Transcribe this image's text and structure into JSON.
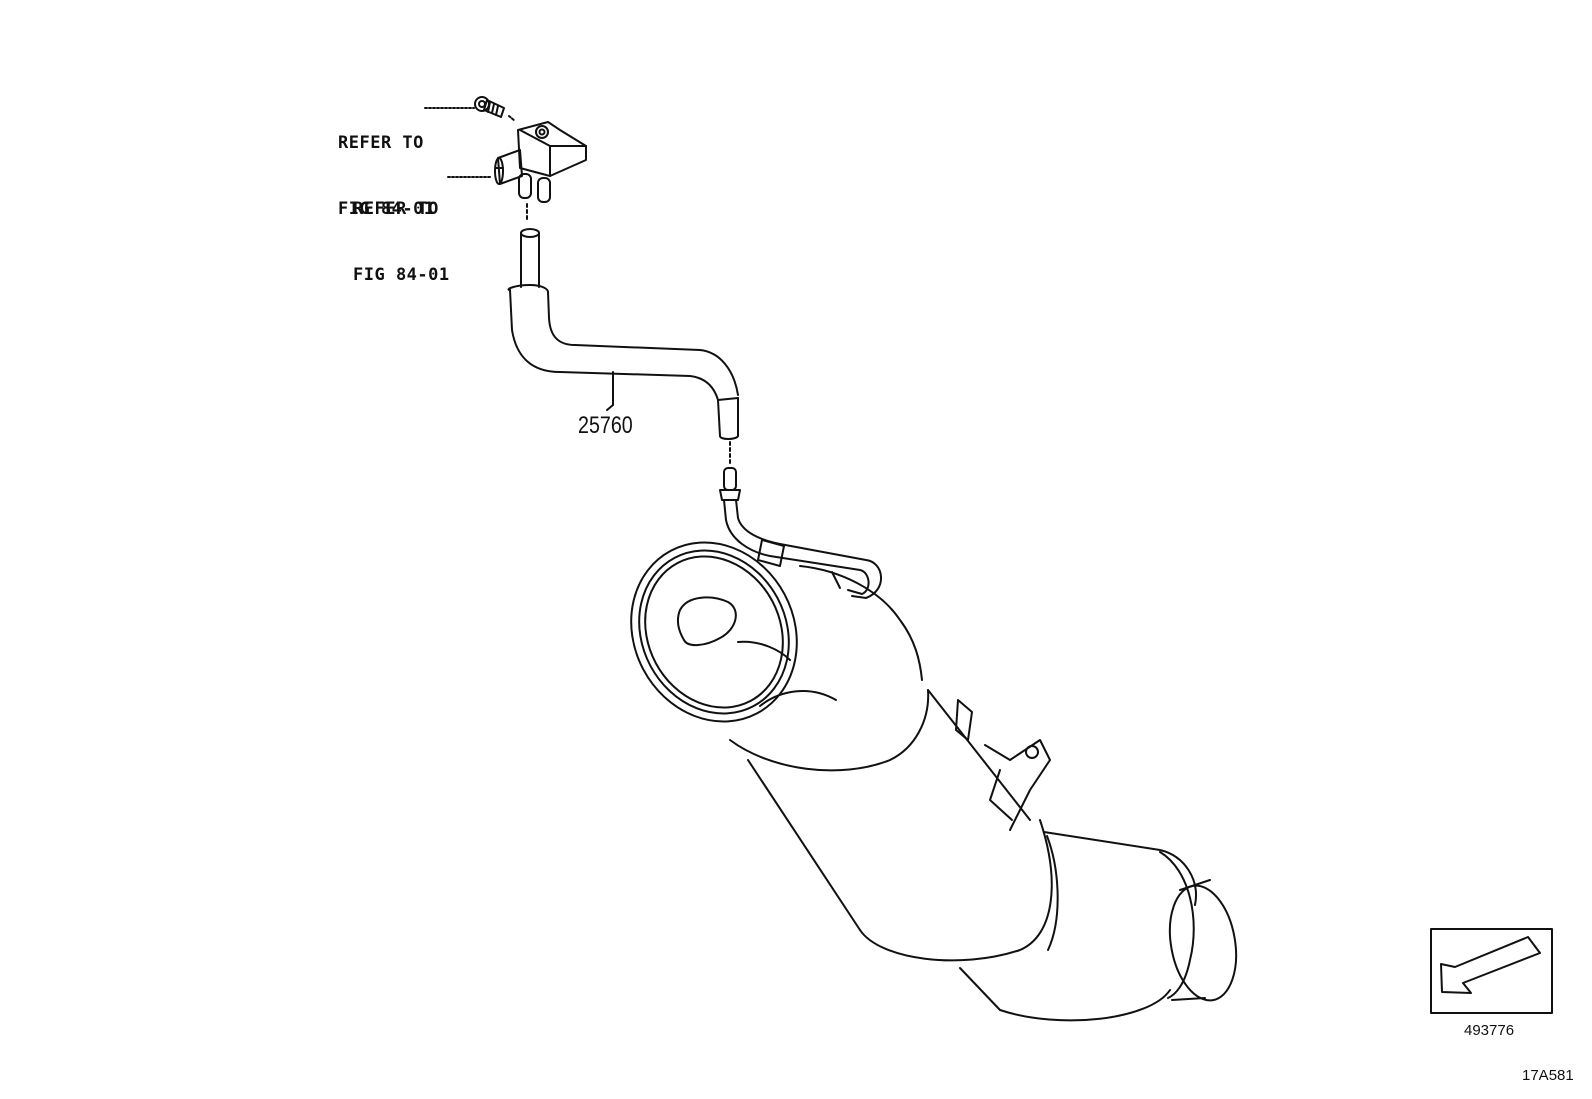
{
  "callouts": [
    {
      "line1": "REFER TO",
      "line2": "FIG 84-01"
    },
    {
      "line1": "REFER TO",
      "line2": "FIG 84-01"
    }
  ],
  "part_number": "25760",
  "front_indicator": {
    "code": "493776"
  },
  "illustration_code": "17A581"
}
